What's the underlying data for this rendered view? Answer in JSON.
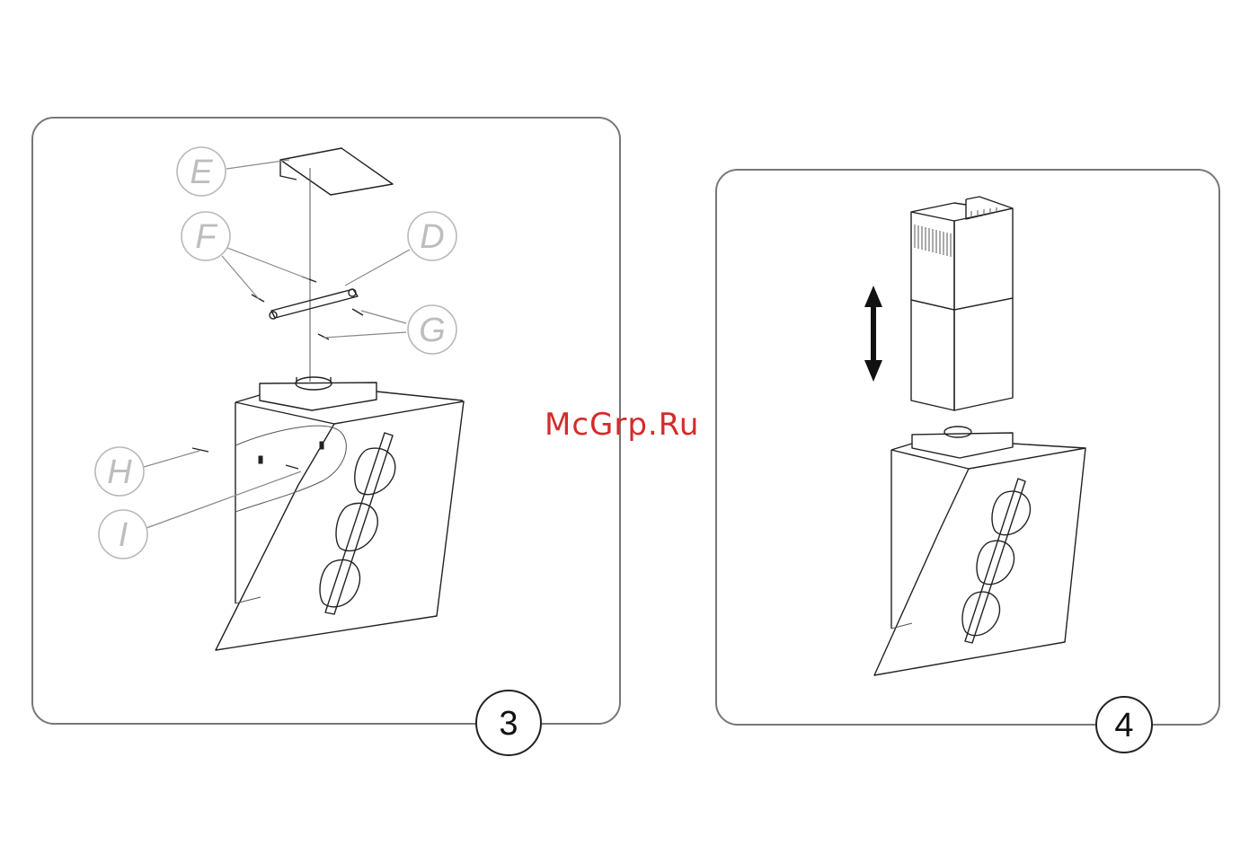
{
  "watermark": "McGrp.Ru",
  "panels": [
    {
      "step": "3",
      "callouts": [
        "E",
        "F",
        "D",
        "G",
        "H",
        "I"
      ]
    },
    {
      "step": "4",
      "callouts": []
    }
  ],
  "icons": [
    "double-arrow-icon"
  ],
  "colors": {
    "watermark": "#d42b2b",
    "line": "#222222",
    "callout": "#bdbdbd"
  }
}
